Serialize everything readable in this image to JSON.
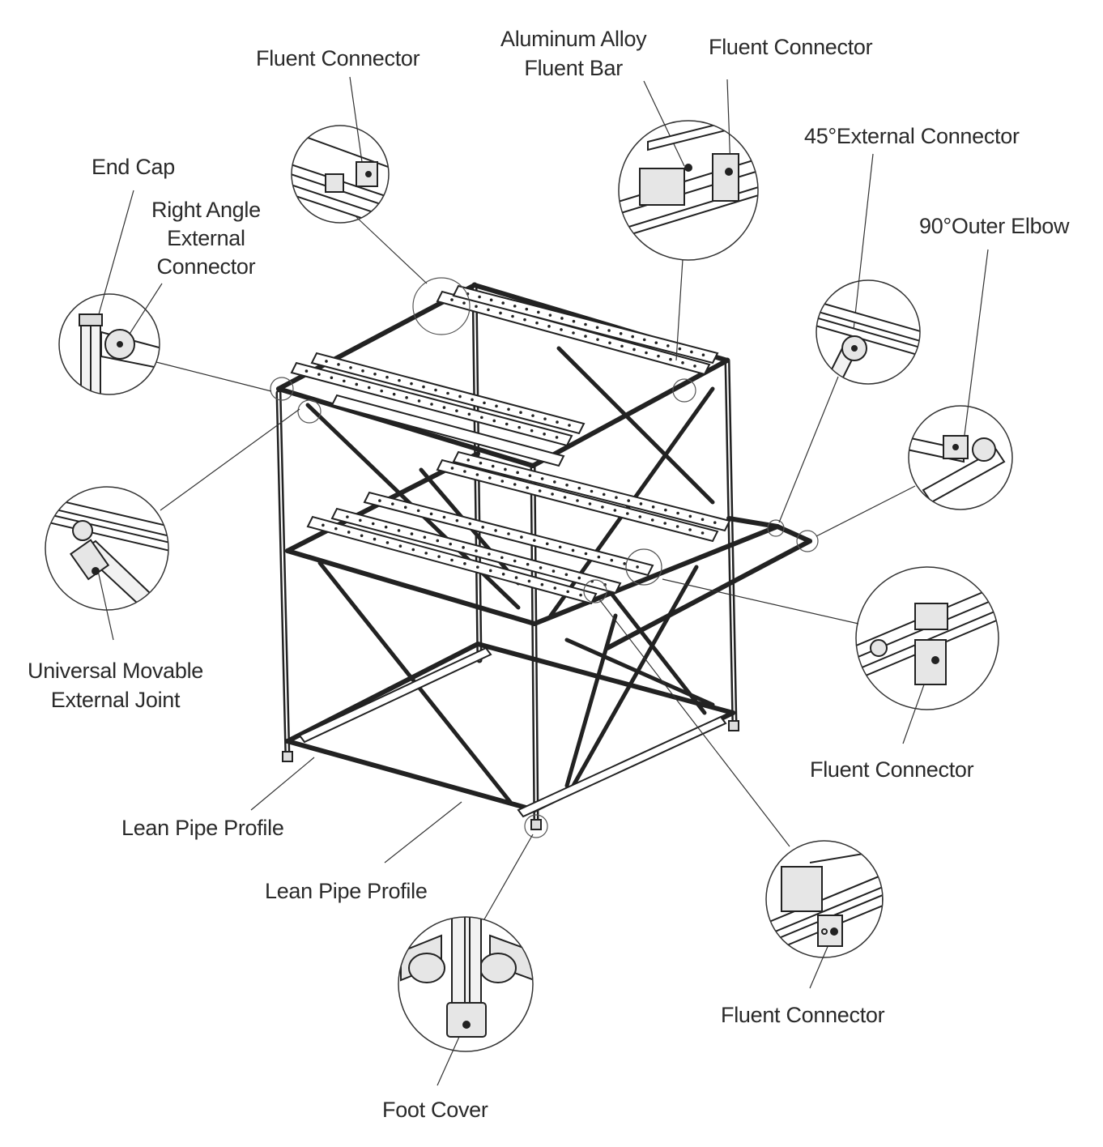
{
  "diagram": {
    "subject": "Lean pipe flow rack assembly (exploded callout diagram)",
    "colors": {
      "ink": "#2a2a2a",
      "line": "#333333",
      "fill": "#e6e6e6",
      "background": "#ffffff"
    },
    "labels": [
      {
        "id": "fluent-connector-top-left",
        "lines": [
          "Fluent Connector"
        ]
      },
      {
        "id": "aluminum-alloy-fluent-bar",
        "lines": [
          "Aluminum Alloy",
          "Fluent Bar"
        ]
      },
      {
        "id": "fluent-connector-top-right",
        "lines": [
          "Fluent Connector"
        ]
      },
      {
        "id": "end-cap",
        "lines": [
          "End Cap"
        ]
      },
      {
        "id": "right-angle-external-connector",
        "lines": [
          "Right Angle",
          "External",
          "Connector"
        ]
      },
      {
        "id": "external-connector-45",
        "lines": [
          "45°External Connector"
        ]
      },
      {
        "id": "outer-elbow-90",
        "lines": [
          "90°Outer Elbow"
        ]
      },
      {
        "id": "universal-movable-external-joint",
        "lines": [
          "Universal Movable",
          "External Joint"
        ]
      },
      {
        "id": "fluent-connector-right",
        "lines": [
          "Fluent Connector"
        ]
      },
      {
        "id": "lean-pipe-profile-1",
        "lines": [
          "Lean Pipe Profile"
        ]
      },
      {
        "id": "lean-pipe-profile-2",
        "lines": [
          "Lean Pipe Profile"
        ]
      },
      {
        "id": "fluent-connector-bottom-right",
        "lines": [
          "Fluent Connector"
        ]
      },
      {
        "id": "foot-cover",
        "lines": [
          "Foot Cover"
        ]
      }
    ],
    "detail_views": [
      {
        "id": "detail-fluent-connector-top",
        "depicts": "fluent connector on rail end"
      },
      {
        "id": "detail-aluminum-bar-connector",
        "depicts": "aluminum alloy fluent bar with fluent connector plate"
      },
      {
        "id": "detail-end-cap",
        "depicts": "end cap and right angle external connector"
      },
      {
        "id": "detail-45-connector",
        "depicts": "45° external connector"
      },
      {
        "id": "detail-90-elbow",
        "depicts": "90° outer elbow"
      },
      {
        "id": "detail-universal-joint",
        "depicts": "universal movable external joint"
      },
      {
        "id": "detail-fluent-connector-right",
        "depicts": "fluent connector on rail"
      },
      {
        "id": "detail-fluent-connector-bottom",
        "depicts": "fluent connector bracket"
      },
      {
        "id": "detail-foot-cover",
        "depicts": "foot cover on pipe end"
      }
    ]
  }
}
